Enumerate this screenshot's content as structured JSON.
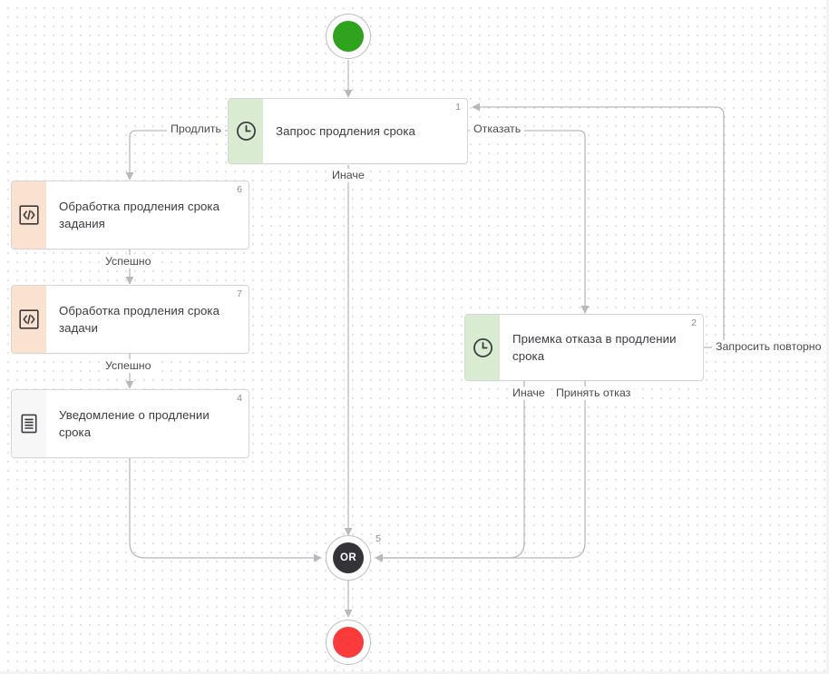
{
  "canvas": {
    "title": "Business process workflow diagram",
    "background": "#ffffff",
    "dot_color": "#d9d9de",
    "edge_color": "#b9b9bd"
  },
  "terminals": {
    "start": {
      "label": "start-event",
      "color": "#2fa31e"
    },
    "end": {
      "label": "end-event",
      "color": "#fb3b3b"
    }
  },
  "gateway": {
    "text": "OR",
    "number": "5"
  },
  "nodes": [
    {
      "id": "n1",
      "number": "1",
      "title": "Запрос продления срока",
      "icon": "clock-icon",
      "accent": "#d9ecd2"
    },
    {
      "id": "n6",
      "number": "6",
      "title": "Обработка продления срока задания",
      "icon": "code-icon",
      "accent": "#fbe2d0"
    },
    {
      "id": "n7",
      "number": "7",
      "title": "Обработка продления срока задачи",
      "icon": "code-icon",
      "accent": "#fbe2d0"
    },
    {
      "id": "n4",
      "number": "4",
      "title": "Уведомление о продлении срока",
      "icon": "document-icon",
      "accent": "#f7f7f7"
    },
    {
      "id": "n2",
      "number": "2",
      "title": "Приемка отказа в продлении срока",
      "icon": "clock-icon",
      "accent": "#d9ecd2"
    }
  ],
  "edge_labels": [
    {
      "id": "l-prodlit",
      "text": "Продлить"
    },
    {
      "id": "l-otkazat",
      "text": "Отказать"
    },
    {
      "id": "l-inache-1",
      "text": "Иначе"
    },
    {
      "id": "l-uspeshno-1",
      "text": "Успешно"
    },
    {
      "id": "l-uspeshno-2",
      "text": "Успешно"
    },
    {
      "id": "l-inache-2",
      "text": "Иначе"
    },
    {
      "id": "l-prinyat-otkaz",
      "text": "Принять отказ"
    },
    {
      "id": "l-zaprosit-povtorno",
      "text": "Запросить повторно"
    }
  ]
}
